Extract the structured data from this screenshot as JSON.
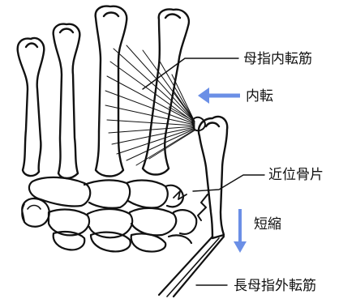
{
  "labels": {
    "adductor_pollicis": "母指内転筋",
    "adduction": "内転",
    "proximal_fragment": "近位骨片",
    "shortening": "短縮",
    "abductor_pollicis_longus": "長母指外転筋"
  },
  "colors": {
    "arrow": "#6b8fe6",
    "ink": "#111111",
    "background": "#ffffff"
  }
}
